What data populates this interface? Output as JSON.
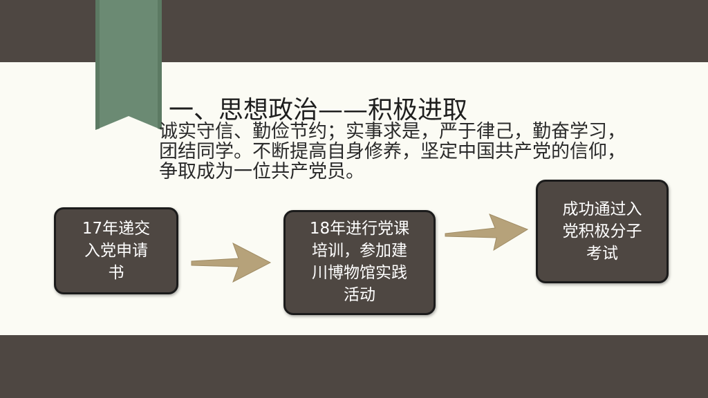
{
  "slide": {
    "heading": "一、思想政治——积极进取",
    "description_lines": [
      "诚实守信、勤俭节约；实事求是，严于律己，勤奋学习，",
      "团结同学。不断提高自身修养，坚定中国共产党的信仰，",
      "争取成为一位共产党员。"
    ],
    "steps": [
      {
        "lines": [
          "17年递交",
          "入党申请",
          "书"
        ]
      },
      {
        "lines": [
          "18年进行党课",
          "培训，参加建",
          "川博物馆实践",
          "活动"
        ]
      },
      {
        "lines": [
          "成功通过入",
          "党积极分子",
          "考试"
        ]
      }
    ]
  },
  "colors": {
    "band": "#4e4742",
    "background": "#fbfbf4",
    "ribbon": "#6b8a73",
    "arrow": "#b6a27a",
    "box_border": "#1b1b1b",
    "box_text": "#ffffff"
  }
}
